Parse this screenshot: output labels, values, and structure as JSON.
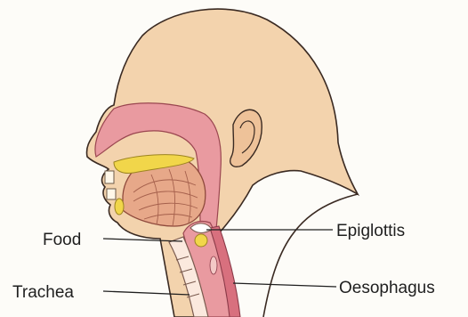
{
  "labels": {
    "food": "Food",
    "trachea": "Trachea",
    "epiglottis": "Epiglottis",
    "oesophagus": "Oesophagus"
  },
  "colors": {
    "skin": "#f3d3ad",
    "skin_outline": "#3a2a22",
    "tissue": "#e99aa0",
    "tissue_dark": "#d8707e",
    "tongue": "#e7a889",
    "food": "#f1d64a",
    "passage": "#fbe9de"
  }
}
